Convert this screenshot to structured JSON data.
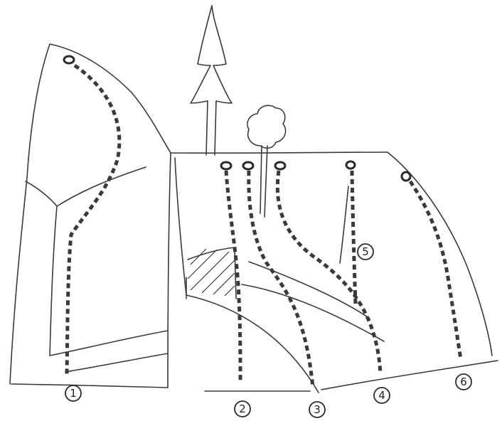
{
  "routes": [
    {
      "number": "1"
    },
    {
      "number": "2"
    },
    {
      "number": "3"
    },
    {
      "number": "4"
    },
    {
      "number": "5"
    },
    {
      "number": "6"
    }
  ]
}
